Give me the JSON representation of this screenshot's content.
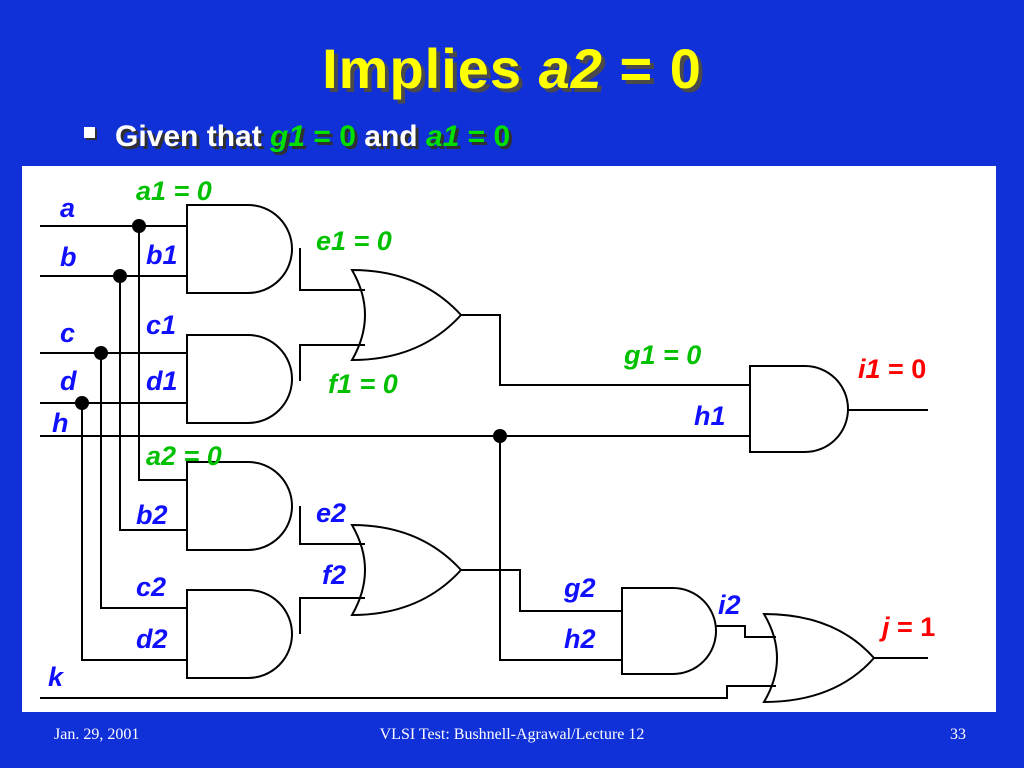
{
  "title": {
    "prefix": "Implies ",
    "var": "a2",
    "suffix": " = 0"
  },
  "bullet": {
    "lead": "Given that ",
    "g1": "g1",
    "g1_val": " = 0",
    "mid": " and ",
    "a1": "a1",
    "a1_val": " = 0"
  },
  "diagram": {
    "labels": {
      "a": "a",
      "b": "b",
      "c": "c",
      "d": "d",
      "h": "h",
      "k": "k",
      "a1": "a1 = 0",
      "b1": "b1",
      "c1": "c1",
      "d1": "d1",
      "e1": "e1 = 0",
      "f1": "f1 = 0",
      "a2": "a2 = 0",
      "b2": "b2",
      "c2": "c2",
      "d2": "d2",
      "e2": "e2",
      "f2": "f2",
      "g1": "g1 = 0",
      "h1": "h1",
      "g2": "g2",
      "h2": "h2",
      "i2": "i2",
      "i1_var": "i1",
      "i1_val": " = 0",
      "j_var": "j",
      "j_val": " = 1"
    },
    "colors": {
      "signal": "#00c000",
      "input": "#1010ff",
      "output": "#ff0000"
    }
  },
  "footer": {
    "date": "Jan. 29, 2001",
    "course": "VLSI Test: Bushnell-Agrawal/Lecture 12",
    "page": "33"
  }
}
